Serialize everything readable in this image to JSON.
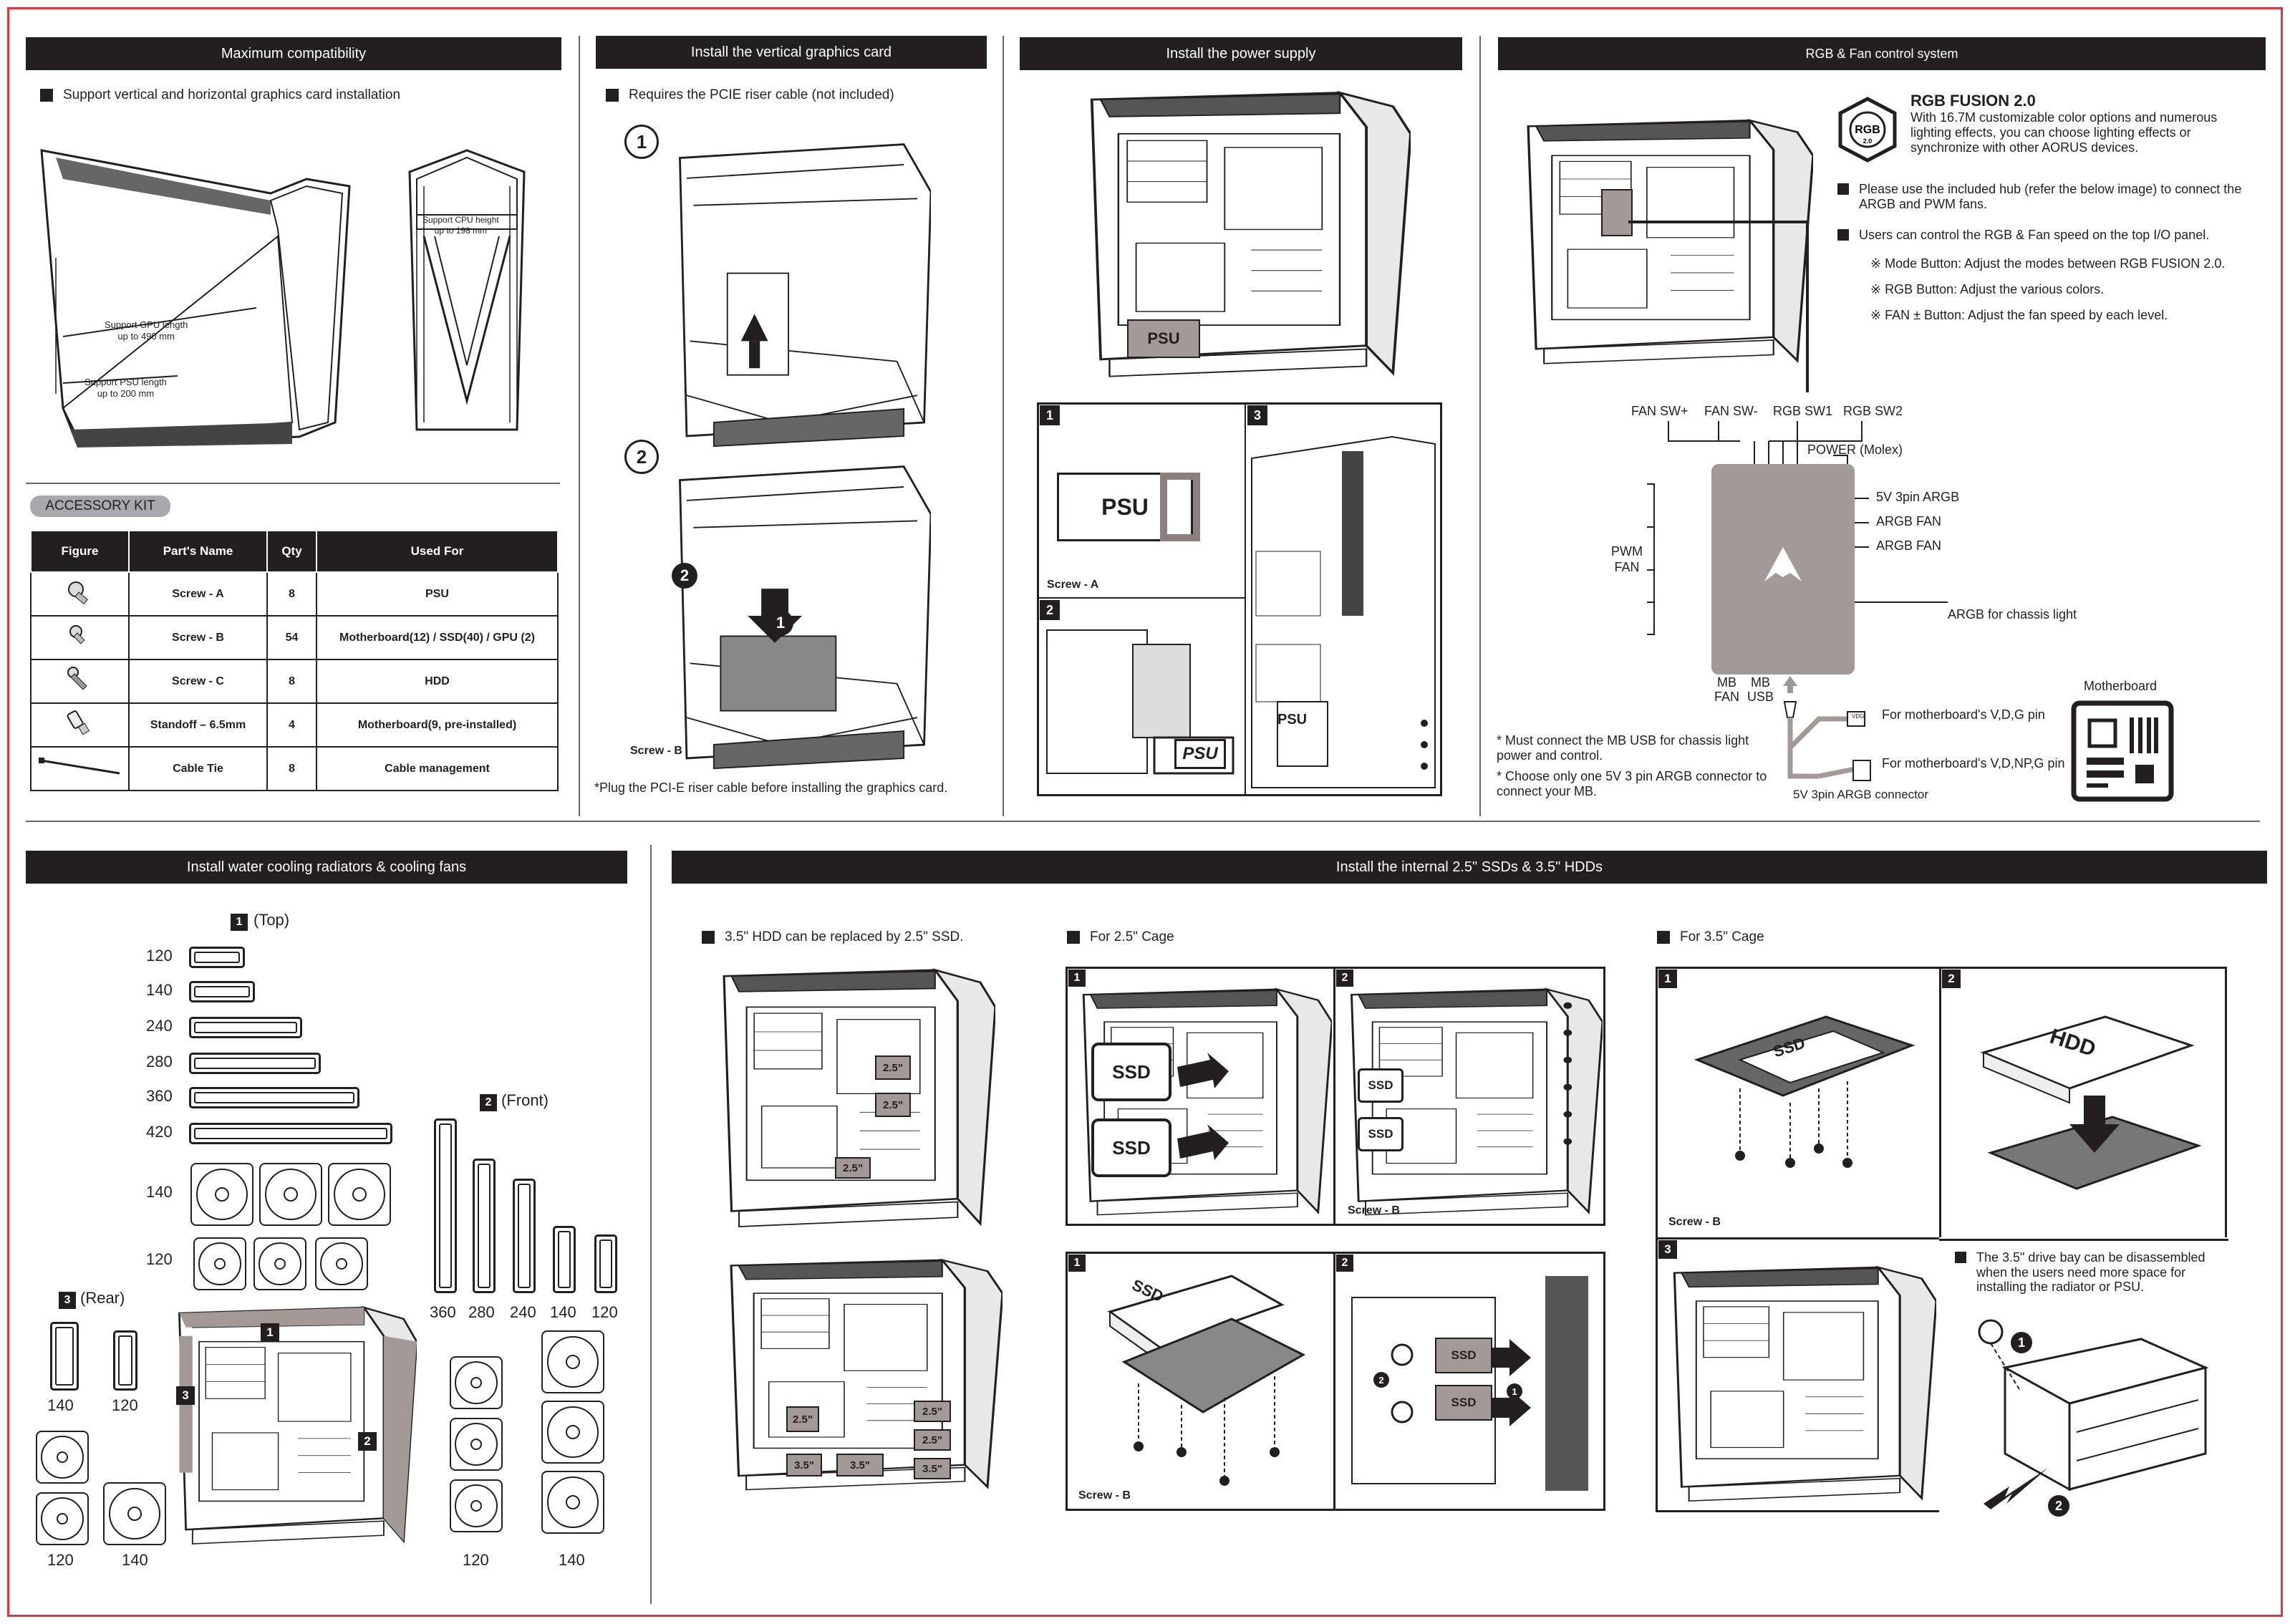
{
  "sections": {
    "compat": {
      "title": "Maximum compatibility",
      "note": "Support vertical and horizontal graphics card installation",
      "gpu_len": [
        "Support GPU length",
        "up to 490 mm"
      ],
      "psu_len": [
        "Support PSU length",
        "up to 200 mm"
      ],
      "cpu_h": [
        "Support CPU height",
        "up to 198 mm"
      ]
    },
    "vga": {
      "title": "Install the vertical graphics card",
      "note": "Requires the PCIE riser cable (not included)",
      "step1": "1",
      "step2": "2",
      "callout1": "1",
      "callout2": "2",
      "screw": "Screw - B",
      "footnote": "*Plug the PCI-E riser cable before installing the graphics card."
    },
    "psu": {
      "title": "Install the power supply",
      "psu_label": "PSU",
      "step1": "1",
      "step2": "2",
      "step3": "3",
      "screw": "Screw - A"
    },
    "rgb": {
      "title": "RGB & Fan control system",
      "logo_text": "RGB",
      "logo_sub": "2.0",
      "heading": "RGB FUSION 2.0",
      "desc": "With 16.7M customizable color options and numerous lighting effects, you can choose lighting effects or synchronize with other AORUS devices.",
      "bullet1": "Please use the included hub (refer the below image) to connect the ARGB and PWM fans.",
      "bullet2": "Users can control the RGB & Fan speed on the top I/O panel.",
      "mode": "※ Mode Button: Adjust the modes between RGB FUSION 2.0.",
      "rgbbtn": "※ RGB Button: Adjust the various colors.",
      "fanbtn": "※ FAN ± Button: Adjust the fan speed by each level.",
      "sw": [
        "FAN SW+",
        "FAN SW-",
        "RGB SW1",
        "RGB SW2"
      ],
      "power": "POWER (Molex)",
      "v5": "5V 3pin ARGB",
      "argb_fan1": "ARGB FAN",
      "argb_fan2": "ARGB FAN",
      "pwm": "PWM\nFAN",
      "chassis": "ARGB for chassis light",
      "mbfan": "MB\nFAN",
      "mbusb": "MB\nUSB",
      "note1": "* Must connect the MB USB for chassis light power and control.",
      "note2": "* Choose only one 5V 3 pin ARGB connector to connect your MB.",
      "vdg": "For motherboard's V,D,G pin",
      "vdng": "For motherboard's V,D,NP,G pin",
      "conn": "5V 3pin ARGB connector",
      "mb": "Motherboard",
      "vdg_tag": "VDG"
    },
    "water": {
      "title": "Install water cooling radiators & cooling fans",
      "top": "(Top)",
      "front": "(Front)",
      "rear": "(Rear)",
      "top_sizes": [
        "120",
        "140",
        "240",
        "280",
        "360",
        "420"
      ],
      "fan_rows": [
        "140",
        "120"
      ],
      "front_sizes": [
        "360",
        "280",
        "240",
        "140",
        "120"
      ],
      "rear_sizes": [
        "140",
        "120"
      ],
      "bottom": [
        "120",
        "140",
        "120",
        "140"
      ],
      "n1": "1",
      "n2": "2",
      "n3": "3"
    },
    "drives": {
      "title": "Install the internal 2.5\" SSDs & 3.5\" HDDs",
      "note_hdd": "3.5\" HDD can be replaced by 2.5\" SSD.",
      "note_25": "For 2.5\" Cage",
      "note_35": "For 3.5\" Cage",
      "tag25": "2.5\"",
      "tag35": "3.5\"",
      "ssd": "SSD",
      "hdd": "HDD",
      "screw": "Screw - B",
      "bay_note": "The 3.5\" drive bay can be disassembled when the users need more space for installing the radiator or PSU."
    }
  },
  "accessory": {
    "title": "ACCESSORY KIT",
    "headers": [
      "Figure",
      "Part's Name",
      "Qty",
      "Used For"
    ],
    "rows": [
      {
        "name": "Screw - A",
        "qty": "8",
        "use": "PSU",
        "icon": "screw-a-icon"
      },
      {
        "name": "Screw - B",
        "qty": "54",
        "use": "Motherboard(12) / SSD(40) / GPU (2)",
        "icon": "screw-b-icon"
      },
      {
        "name": "Screw - C",
        "qty": "8",
        "use": "HDD",
        "icon": "screw-c-icon"
      },
      {
        "name": "Standoff – 6.5mm",
        "qty": "4",
        "use": "Motherboard(9, pre-installed)",
        "icon": "standoff-icon"
      },
      {
        "name": "Cable Tie",
        "qty": "8",
        "use": "Cable management",
        "icon": "cable-tie-icon"
      }
    ]
  }
}
